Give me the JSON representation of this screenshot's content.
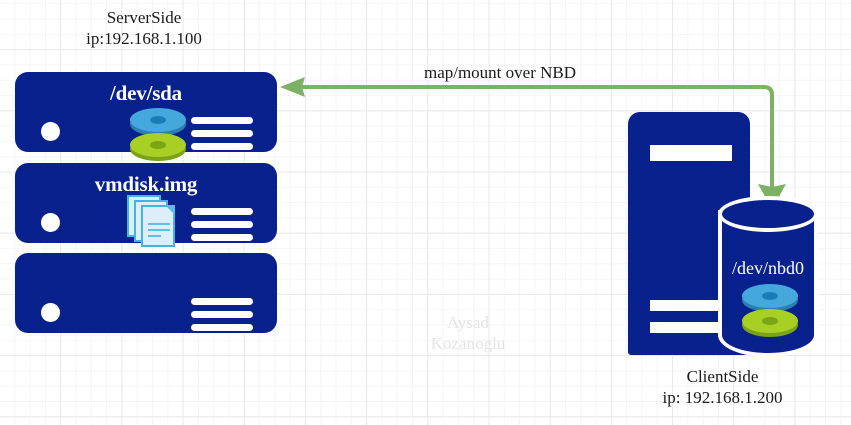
{
  "diagram": {
    "title": "NBD map/mount between server and client",
    "colors": {
      "navy": "#09218c",
      "green_arrow": "#7cb264",
      "disk_blue": "#44a8dc",
      "disk_green": "#a7cf24",
      "doc_border": "#3fb5e0",
      "grid": "#e9e9e9",
      "white": "#ffffff"
    },
    "watermark": "Aysad\nKozanoglu"
  },
  "server": {
    "caption": "ServerSide\nip:192.168.1.100",
    "racks": [
      {
        "title": "/dev/sda",
        "icon": "stacked-disk-platters-icon",
        "has_led": true,
        "vent_count": 3
      },
      {
        "title": "vmdisk.img",
        "icon": "stacked-documents-icon",
        "has_led": true,
        "vent_count": 3
      },
      {
        "title": "",
        "icon": "",
        "has_led": true,
        "vent_count": 3
      }
    ]
  },
  "client": {
    "caption": "ClientSide\nip: 192.168.1.200",
    "tower": {
      "icon": "computer-tower-icon",
      "slots": 3
    },
    "storage": {
      "label": "/dev/nbd0",
      "icon": "database-cylinder-icon"
    }
  },
  "connection": {
    "label": "map/mount over NBD",
    "protocol": "NBD",
    "direction": "bidirectional",
    "from": "ClientSide",
    "to": "/dev/sda"
  }
}
